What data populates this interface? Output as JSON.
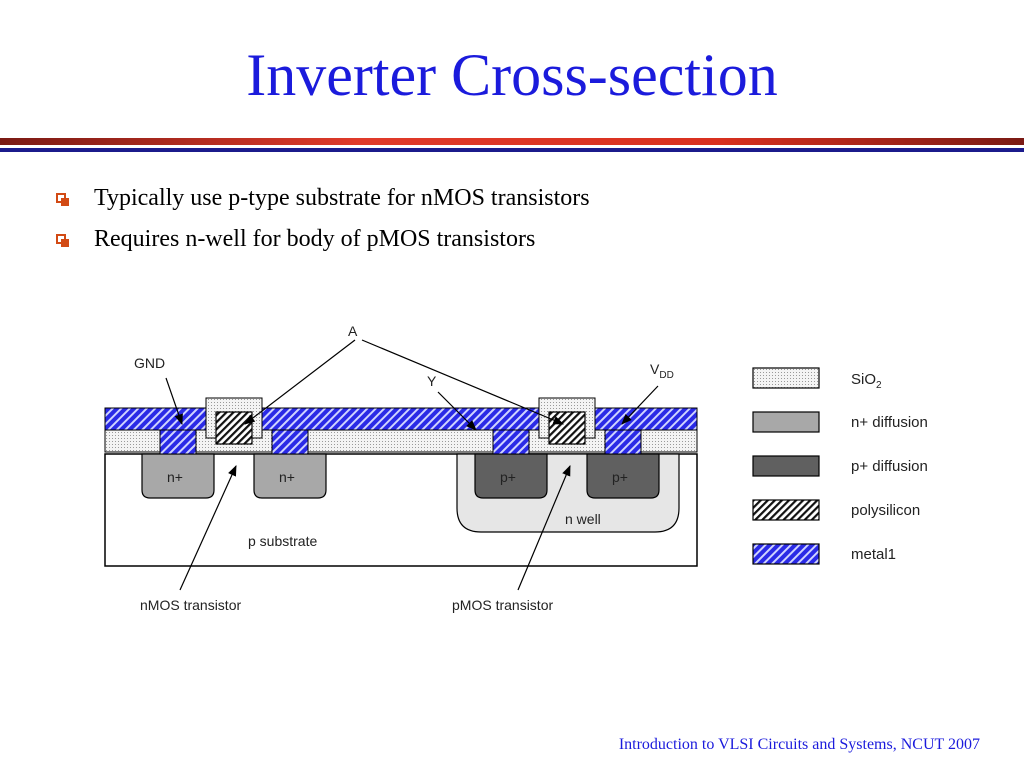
{
  "slide": {
    "title": "Inverter Cross-section",
    "bullets": [
      "Typically use p-type substrate for nMOS transistors",
      "Requires n-well for body of pMOS transistors"
    ],
    "footer": "Introduction to VLSI Circuits and Systems, NCUT  2007"
  },
  "colors": {
    "title": "#1b1bdc",
    "rule_red": "#c8281e",
    "rule_blue": "#1b1b8c",
    "bullet": "#d24a14",
    "metal1": "#2a2ae6",
    "n_diffusion": "#a8a8a8",
    "p_diffusion": "#606060",
    "n_well": "#e6e6e6"
  },
  "diagram": {
    "labels": {
      "gnd": "GND",
      "vdd_main": "V",
      "vdd_sub": "DD",
      "a": "A",
      "y": "Y",
      "n_plus_left": "n+",
      "n_plus_right": "n+",
      "p_plus_left": "p+",
      "p_plus_right": "p+",
      "n_well": "n well",
      "p_substrate": "p substrate",
      "nmos": "nMOS transistor",
      "pmos": "pMOS transistor"
    },
    "legend": [
      {
        "main": "SiO",
        "sub": "2",
        "icon": "sio2-swatch-icon"
      },
      {
        "main": "n+ diffusion",
        "sub": "",
        "icon": "n-diffusion-swatch-icon"
      },
      {
        "main": "p+ diffusion",
        "sub": "",
        "icon": "p-diffusion-swatch-icon"
      },
      {
        "main": "polysilicon",
        "sub": "",
        "icon": "polysilicon-swatch-icon"
      },
      {
        "main": "metal1",
        "sub": "",
        "icon": "metal1-swatch-icon"
      }
    ]
  }
}
